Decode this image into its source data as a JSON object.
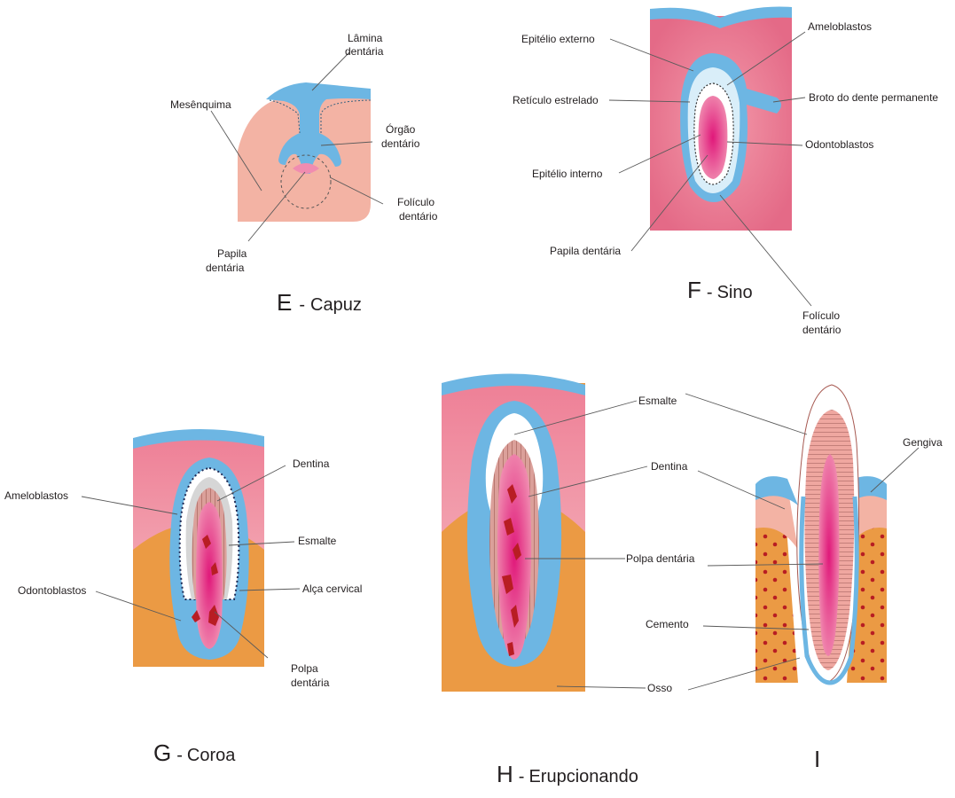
{
  "panels": {
    "e": {
      "letter": "E",
      "dash": "-",
      "name": "Capuz",
      "labels": {
        "lamina_1": "Lâmina",
        "lamina_2": "dentária",
        "mesenquima": "Mesênquima",
        "orgao_1": "Órgão",
        "orgao_2": "dentário",
        "foliculo_1": "Folículo",
        "foliculo_2": "dentário",
        "papila_1": "Papila",
        "papila_2": "dentária"
      }
    },
    "f": {
      "letter": "F",
      "dash": "-",
      "name": "Sino",
      "labels": {
        "epitelio_externo": "Epitélio externo",
        "ameloblastos": "Ameloblastos",
        "reticulo": "Retículo estrelado",
        "broto": "Broto do dente permanente",
        "odontoblastos": "Odontoblastos",
        "epitelio_interno": "Epitélio interno",
        "papila": "Papila dentária",
        "foliculo_1": "Folículo",
        "foliculo_2": "dentário"
      }
    },
    "g": {
      "letter": "G",
      "dash": "-",
      "name": "Coroa",
      "labels": {
        "ameloblastos": "Ameloblastos",
        "dentina": "Dentina",
        "esmalte": "Esmalte",
        "alca": "Alça cervical",
        "odontoblastos": "Odontoblastos",
        "polpa_1": "Polpa",
        "polpa_2": "dentária"
      }
    },
    "h": {
      "letter": "H",
      "dash": "-",
      "name": "Erupcionando",
      "labels": {
        "esmalte": "Esmalte",
        "dentina": "Dentina",
        "polpa": "Polpa dentária",
        "cemento": "Cemento",
        "osso": "Osso"
      }
    },
    "i": {
      "letter": "I",
      "labels": {
        "gengiva": "Gengiva"
      }
    }
  },
  "colors": {
    "epithelium_blue": "#6db6e3",
    "mesenchyme_pink": "#f3b3a4",
    "pulp_magenta": "#e2377e",
    "bone_orange": "#eb9a44",
    "dentin_tan": "#d9a09a",
    "vessel_red": "#b81d23"
  }
}
